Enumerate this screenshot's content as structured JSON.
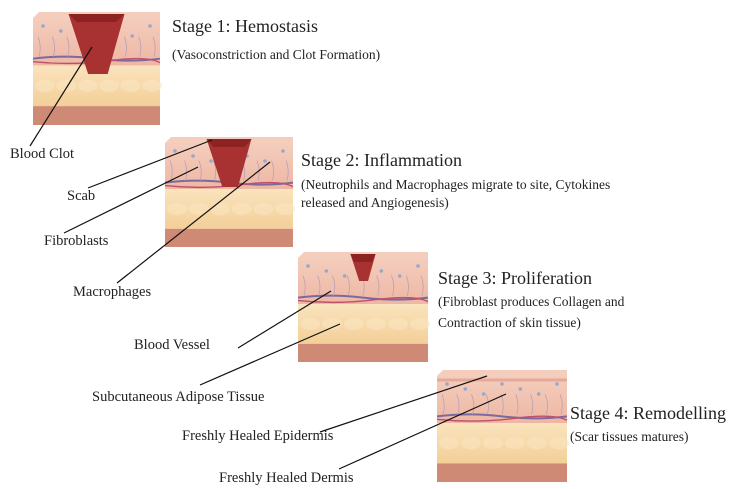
{
  "stages": [
    {
      "title": "Stage 1: Hemostasis",
      "subtitle": [
        "(Vasoconstriction and Clot Formation)"
      ]
    },
    {
      "title": "Stage 2: Inflammation",
      "subtitle": [
        "(Neutrophils and Macrophages migrate to site, Cytokines",
        "released and Angiogenesis)"
      ]
    },
    {
      "title": "Stage 3: Proliferation",
      "subtitle": [
        "(Fibroblast produces Collagen and",
        "Contraction of skin tissue)"
      ]
    },
    {
      "title": "Stage 4: Remodelling",
      "subtitle": [
        "(Scar tissues matures)"
      ]
    }
  ],
  "labels": {
    "blood_clot": "Blood Clot",
    "scab": "Scab",
    "fibroblasts": "Fibroblasts",
    "macrophages": "Macrophages",
    "blood_vessel": "Blood Vessel",
    "adipose": "Subcutaneous Adipose Tissue",
    "epidermis": "Freshly Healed Epidermis",
    "dermis": "Freshly Healed Dermis"
  },
  "colors": {
    "epidermis": "#f2c3b2",
    "dermis": "#efb8a4",
    "fat": "#f7d8a8",
    "fat_light": "#fae5c0",
    "muscle": "#cf8a76",
    "clot": "#a83232",
    "vessel": "#7a6aa0"
  }
}
